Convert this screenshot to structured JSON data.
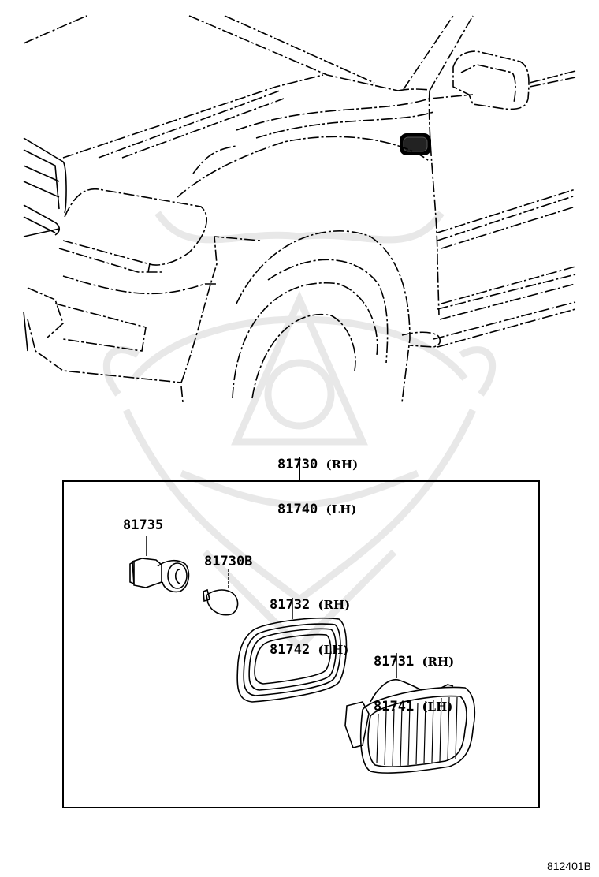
{
  "diagram": {
    "type": "parts-exploded-view",
    "subject": "Side turn signal lamp assembly (front fender)",
    "figure_id": "812401B",
    "colors": {
      "line": "#000000",
      "background": "#ffffff",
      "watermark": "#e8e8e8"
    }
  },
  "assembly": {
    "part_rh": "81730",
    "side_rh": "(RH)",
    "part_lh": "81740",
    "side_lh": "(LH)"
  },
  "parts": [
    {
      "number": "81735",
      "name": "socket-and-wire"
    },
    {
      "number": "81730B",
      "name": "bulb"
    },
    {
      "number_rh": "81732",
      "side_rh": "(RH)",
      "number_lh": "81742",
      "side_lh": "(LH)",
      "name": "gasket"
    },
    {
      "number_rh": "81731",
      "side_rh": "(RH)",
      "number_lh": "81741",
      "side_lh": "(LH)",
      "name": "lens-and-body"
    }
  ]
}
